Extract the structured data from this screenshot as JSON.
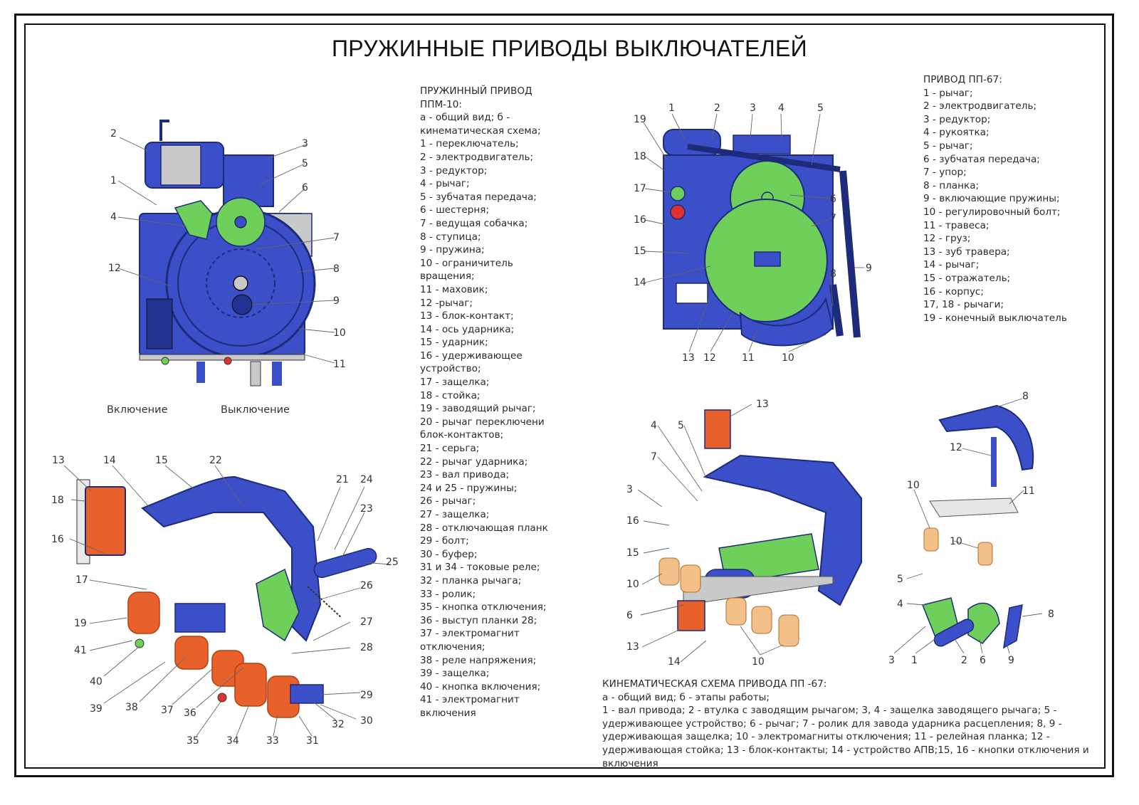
{
  "title": "ПРУЖИННЫЕ ПРИВОДЫ ВЫКЛЮЧАТЕЛЕЙ",
  "ppm10": {
    "heading": [
      "ПРУЖИННЫЙ ПРИВОД",
      "ППМ-10:"
    ],
    "items": [
      "а - общий вид; б - кинематическая схема;",
      "1 - переключатель;",
      "2 - электродвигатель;",
      "3 - редуктор;",
      "4 - рычаг;",
      "5 - зубчатая передача;",
      "6 - шестерня;",
      "7 - ведущая собачка;",
      "8 - ступица;",
      "9 - пружина;",
      "10 - ограничитель вращения;",
      "11 - маховик;",
      "12 -рычаг;",
      "13 - блок-контакт;",
      "14 - ось ударника;",
      "15 - ударник;",
      "16 - удерживающее устройство;",
      "17 - защелка;",
      "18 - стойка;",
      "19 - заводящий рычаг;",
      "20 - рычаг переключени блок-контактов;",
      "21 - серьга;",
      "22 - рычаг ударника;",
      "23 - вал привода;",
      "24 и 25 - пружины;",
      "26 - рычаг;",
      "27 - защелка;",
      "28 - отключающая планк",
      "29 - болт;",
      "30 - буфер;",
      "31 и 34 - токовые реле;",
      "32 - планка рычага;",
      "33 -  ролик;",
      "35 - кнопка отключения;",
      "36 - выступ планки 28;",
      "37 - электромагнит отключения;",
      "38 - реле напряжения;",
      "39 - защелка;",
      "40 - кнопка включения;",
      "41 - электромагнит включения"
    ],
    "caption_on": "Включение",
    "caption_off": "Выключение",
    "fig_a_labels": [
      "2",
      "3",
      "1",
      "5",
      "6",
      "4",
      "7",
      "12",
      "8",
      "9",
      "10",
      "11"
    ],
    "fig_b_labels": [
      "13",
      "14",
      "15",
      "22",
      "21",
      "24",
      "18",
      "23",
      "16",
      "25",
      "17",
      "26",
      "19",
      "27",
      "41",
      "28",
      "40",
      "29",
      "39",
      "38",
      "37",
      "36",
      "30",
      "32",
      "35",
      "34",
      "33",
      "31"
    ]
  },
  "pp67": {
    "heading": "ПРИВОД ПП-67:",
    "items": [
      "1 - рычаг;",
      "2 - электродвигатель;",
      "3 - редуктор;",
      "4 - рукоятка;",
      "5 - рычаг;",
      "6 - зубчатая передача;",
      "7 - упор;",
      "8 - планка;",
      "9 - включающие пружины;",
      "10 - регулировочный болт;",
      "11 - травеса;",
      "12 - груз;",
      "13 - зуб травера;",
      "14 - рычаг;",
      "15 - отражатель;",
      "16 - корпус;",
      "17, 18 - рычаги;",
      "19 - конечный выключатель"
    ],
    "fig_labels": [
      "1",
      "2",
      "3",
      "4",
      "5",
      "19",
      "18",
      "17",
      "6",
      "16",
      "7",
      "15",
      "8",
      "9",
      "14",
      "13",
      "12",
      "11",
      "10"
    ]
  },
  "kinematic": {
    "heading": "КИНЕМАТИЧЕСКАЯ СХЕМА ПРИВОДА ПП -67:",
    "items": [
      "а - общий вид; б - этапы работы;",
      "1 - вал привода; 2 - втулка с заводящим рычагом; 3, 4 - защелка заводящего рычага; 5 - удерживающее устройство; 6 - рычаг; 7 - ролик для завода ударника расцепления; 8, 9 - удерживающая защелка; 10 - электромагниты отключения; 11 - релейная планка; 12 - удерживающая стойка; 13 - блок-контакты; 14 - устройство АПВ;15, 16 - кнопки отключения и включения"
    ],
    "fig_a_labels": [
      "13",
      "4",
      "5",
      "7",
      "3",
      "16",
      "15",
      "10",
      "6",
      "13",
      "14",
      "10"
    ],
    "fig_b_labels": [
      "8",
      "12",
      "10",
      "11",
      "10",
      "5",
      "4",
      "8",
      "3",
      "1",
      "2",
      "6",
      "9"
    ]
  },
  "colors": {
    "blue": "#3a4fc8",
    "dark_blue": "#22308f",
    "green": "#6ecf5a",
    "orange": "#e8602a",
    "red": "#e23030",
    "tan": "#f3c08a",
    "grey": "#c9c9c9"
  }
}
